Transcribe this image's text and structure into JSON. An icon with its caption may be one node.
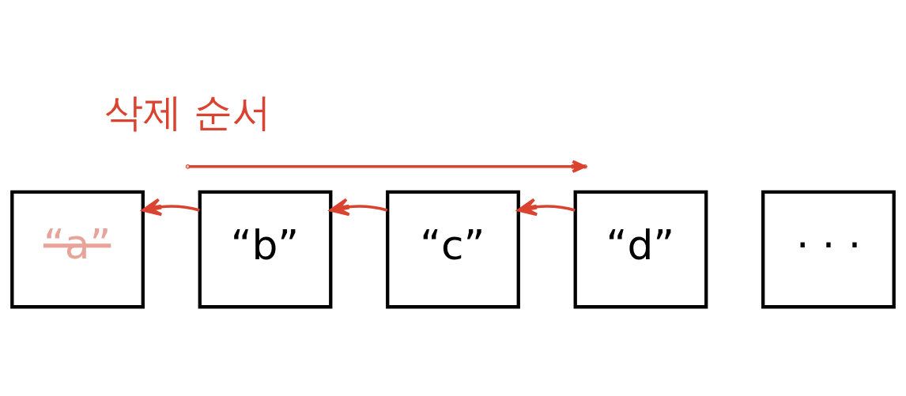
{
  "diagram": {
    "nodes": [
      {
        "text": [
          "“a”"
        ]
      },
      {
        "text": [
          "“b”"
        ]
      },
      {
        "text": [
          "“c”"
        ]
      },
      {
        "text": [
          "“d”"
        ]
      },
      {
        "text": [
          "· · ·"
        ]
      }
    ],
    "edges": [
      {
        "from": 1,
        "to": 0,
        "arrow": "to",
        "color": "#d9432f"
      },
      {
        "from": 2,
        "to": 1,
        "arrow": "to",
        "color": "#d9432f"
      },
      {
        "from": 3,
        "to": 2,
        "arrow": "to",
        "color": "#d9432f"
      }
    ],
    "labels": [
      "삭제 순서"
    ]
  }
}
